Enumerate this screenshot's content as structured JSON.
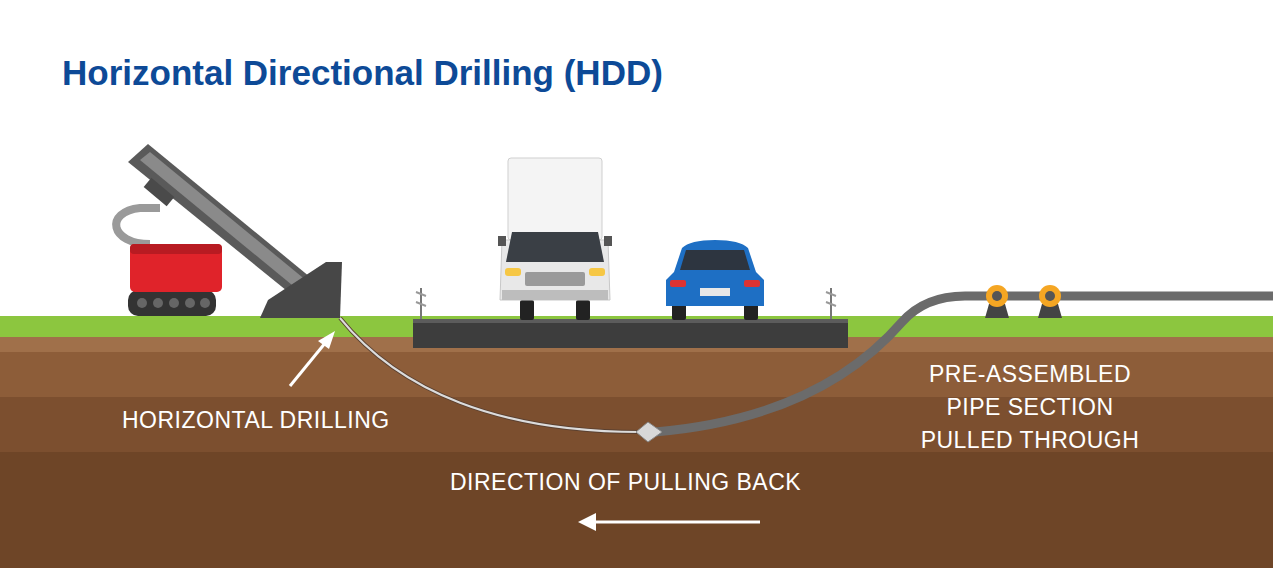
{
  "diagram": {
    "title": "Horizontal Directional Drilling (HDD)",
    "labels": [
      "HORIZONTAL DRILLING",
      "PRE-ASSEMBLED PIPE SECTION PULLED THROUGH",
      "DIRECTION OF PULLING BACK"
    ]
  }
}
